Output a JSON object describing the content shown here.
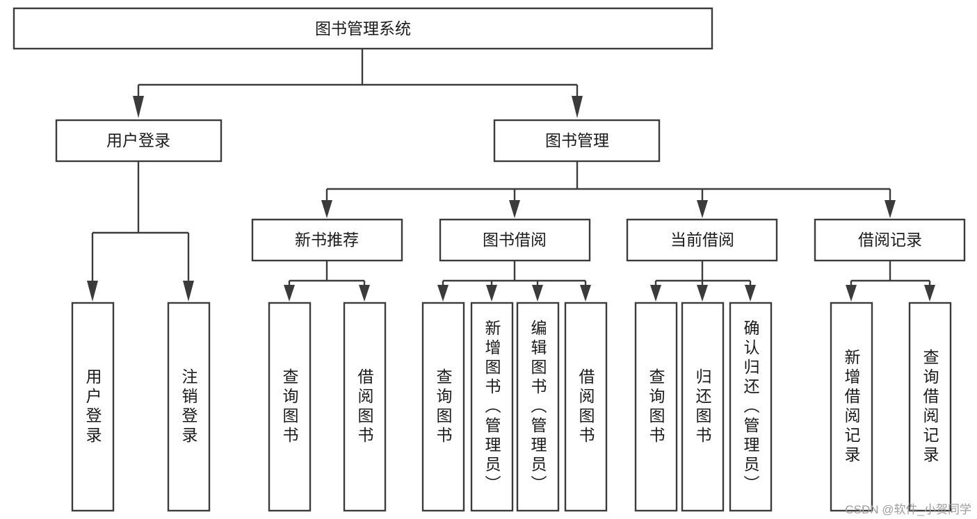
{
  "diagram": {
    "type": "tree-hierarchy",
    "title": "图书管理系统",
    "watermark": "CSDN @软件_小贺同学",
    "colors": {
      "stroke": "#3b3b3b",
      "fill": "#ffffff",
      "text": "#1a1a1a",
      "watermark": "#9c9c9c",
      "background": "#ffffff"
    },
    "root": {
      "label": "图书管理系统"
    },
    "level2": [
      {
        "label": "用户登录"
      },
      {
        "label": "图书管理"
      }
    ],
    "level3": [
      {
        "label": "新书推荐"
      },
      {
        "label": "图书借阅"
      },
      {
        "label": "当前借阅"
      },
      {
        "label": "借阅记录"
      }
    ],
    "leaves": {
      "user_login": [
        {
          "label": "用户登录"
        },
        {
          "label": "注销登录"
        }
      ],
      "new_book_recommend": [
        {
          "label": "查询图书"
        },
        {
          "label": "借阅图书"
        }
      ],
      "book_borrow": [
        {
          "label": "查询图书"
        },
        {
          "label": "新增图书（管理员）"
        },
        {
          "label": "编辑图书（管理员）"
        },
        {
          "label": "借阅图书"
        }
      ],
      "current_borrow": [
        {
          "label": "查询图书"
        },
        {
          "label": "归还图书"
        },
        {
          "label": "确认归还（管理员）"
        }
      ],
      "borrow_record": [
        {
          "label": "新增借阅记录"
        },
        {
          "label": "查询借阅记录"
        }
      ]
    }
  }
}
